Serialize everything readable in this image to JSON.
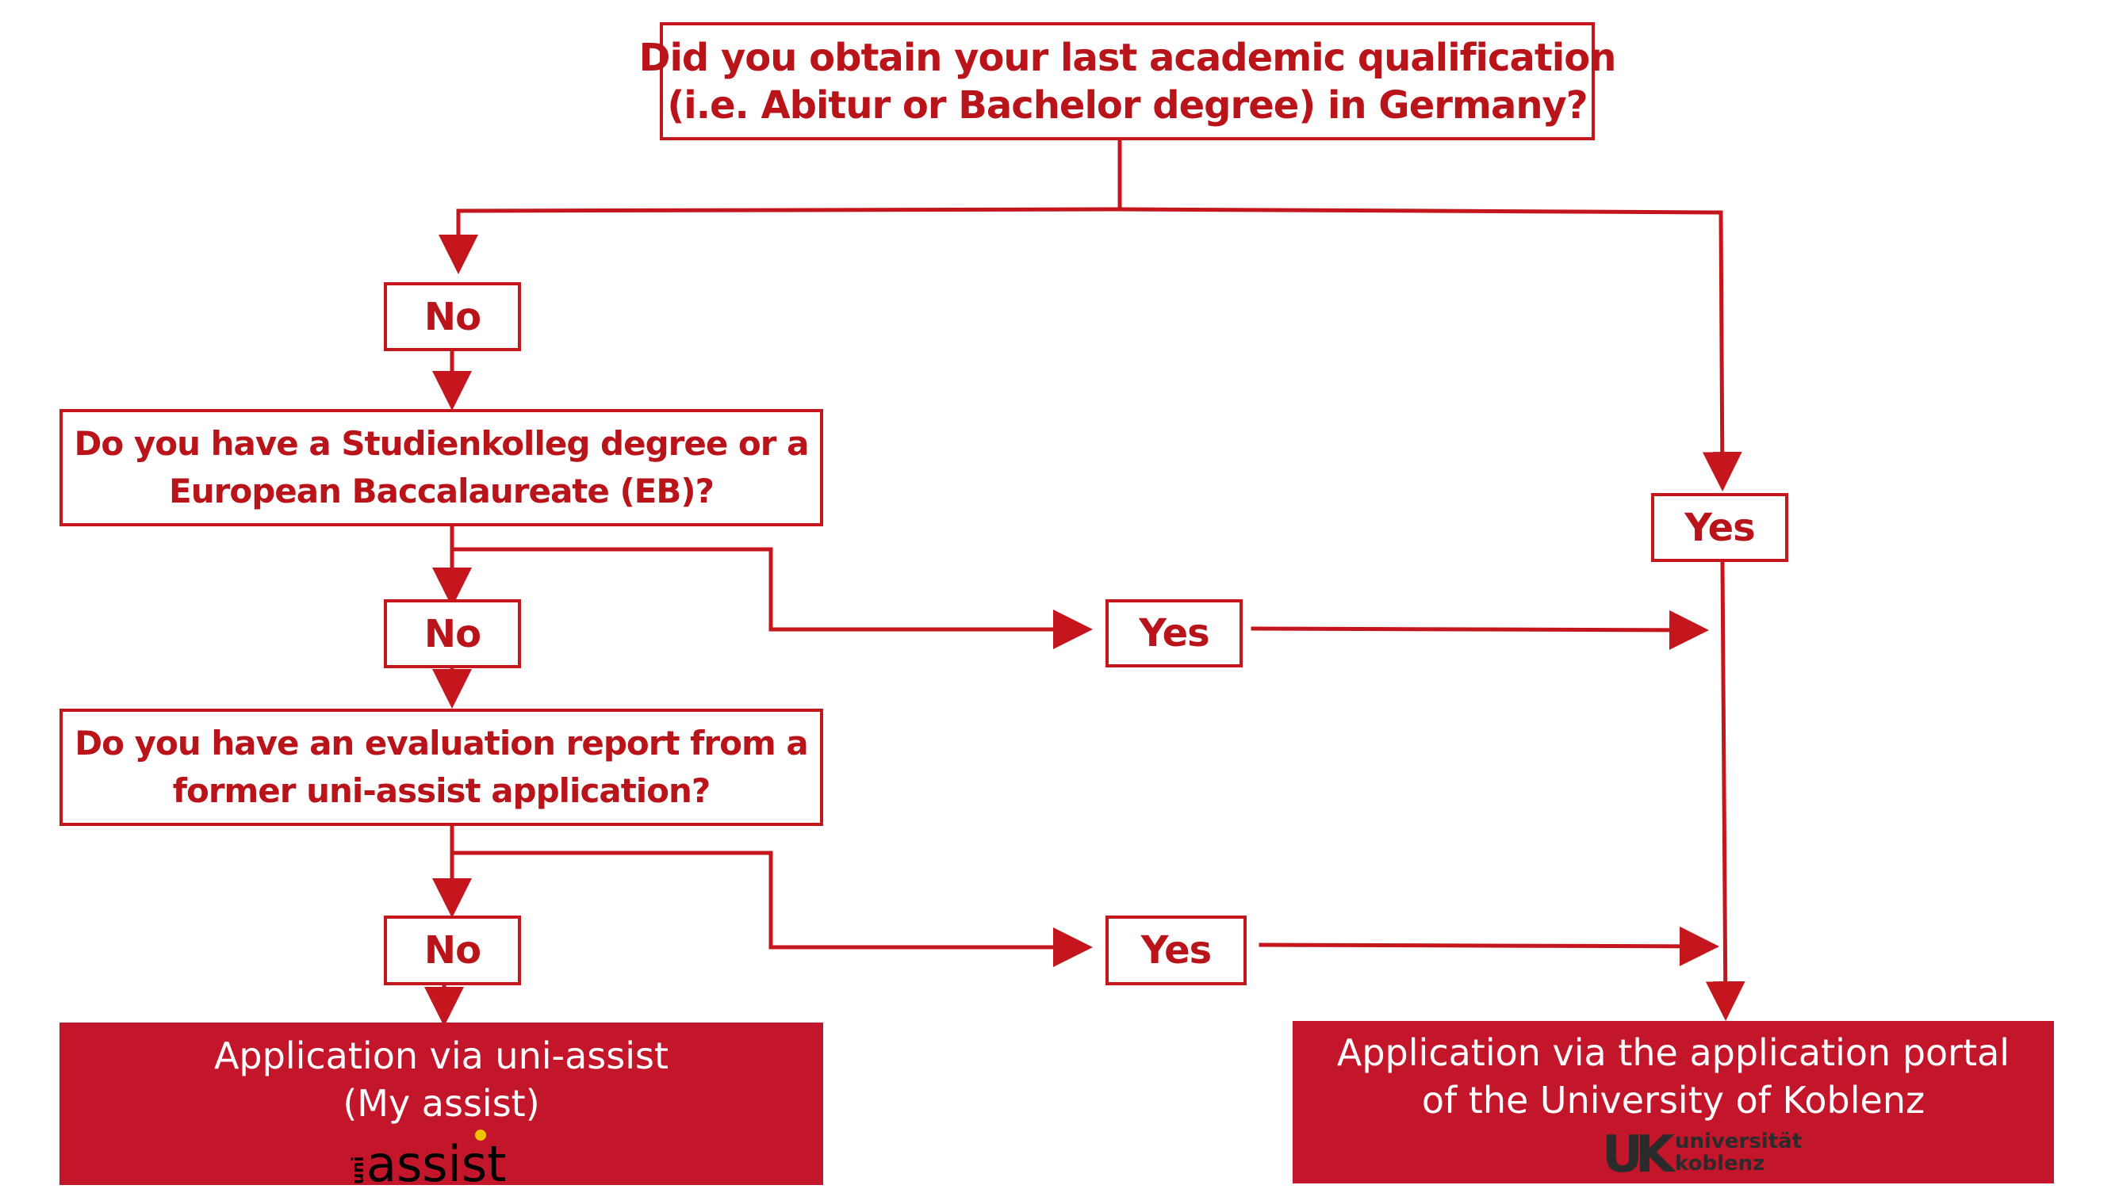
{
  "colors": {
    "accent": "#c4161c",
    "text_red": "#b8141a",
    "result_fill": "#c4162a",
    "result_text": "#ffffff",
    "assist_dot": "#f5c400"
  },
  "question1": {
    "line1": "Did you obtain your last academic qualification",
    "line2": "(i.e. Abitur or Bachelor degree) in Germany?"
  },
  "question2": {
    "line1": "Do you have a Studienkolleg degree or a",
    "line2": "European Baccalaureate (EB)?"
  },
  "question3": {
    "line1": "Do you have an evaluation report from a",
    "line2": "former uni-assist application?"
  },
  "answers": {
    "no1": "No",
    "no2": "No",
    "no3": "No",
    "yes1": "Yes",
    "yes2": "Yes",
    "yes3": "Yes"
  },
  "result_left": {
    "line1": "Application via uni-assist",
    "line2": "(My assist)"
  },
  "result_right": {
    "line1": "Application via the application portal",
    "line2": "of the University of Koblenz"
  },
  "logos": {
    "uni_assist": {
      "prefix": "uni",
      "word": "assist",
      "icon": "uni-assist-logo"
    },
    "koblenz": {
      "mark": "UK",
      "line1": "universität",
      "line2": "koblenz",
      "icon": "university-koblenz-logo"
    }
  }
}
